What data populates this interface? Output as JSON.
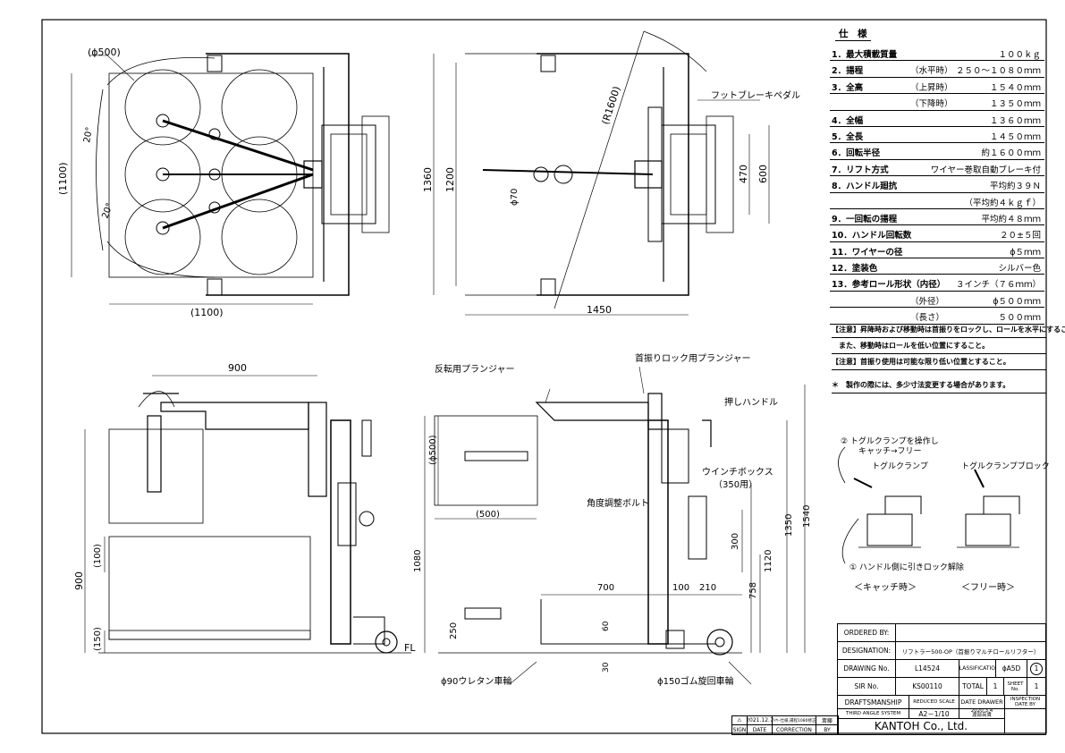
{
  "views": {
    "top_left": {
      "roll_dia": "(ϕ500)",
      "width": "(1100)",
      "height": "(1100)",
      "angle1": "20°",
      "angle2": "20°"
    },
    "top_right": {
      "radius": "(R1600)",
      "length": "1450",
      "height_outer": "1360",
      "height_inner": "1200",
      "dim470": "470",
      "dim600": "600",
      "shaft": "ϕ70",
      "foot_brake": "フットブレーキペダル"
    },
    "side_left": {
      "reach": "900",
      "height900": "900",
      "dim100": "(100)",
      "dim150": "(150)",
      "fl": "FL"
    },
    "side_right": {
      "flip_plunger": "反転用プランジャー",
      "swing_plunger": "首振りロック用プランジャー",
      "push_handle": "押しハンドル",
      "winch_box": "ウインチボックス",
      "winch_size": "（350用）",
      "angle_bolt": "角度調整ボルト",
      "roll_dia": "(ϕ500)",
      "roll_len": "(500)",
      "h1080": "1080",
      "h250": "250",
      "d700": "700",
      "d100": "100",
      "d210": "210",
      "d60": "60",
      "d30": "30",
      "d300": "300",
      "h1120": "1120",
      "h758": "758",
      "h1350": "1350",
      "h1540": "1540",
      "wheel_front": "ϕ90ウレタン車輪",
      "wheel_rear": "ϕ150ゴム旋回車輪"
    }
  },
  "spec": {
    "title": "仕　様",
    "rows": [
      {
        "n": "1．最大積載質量",
        "k": "",
        "v": "１００ｋｇ"
      },
      {
        "n": "2．揚程",
        "k": "（水平時）",
        "v": "２５０～１０８０ｍｍ"
      },
      {
        "n": "3．全高",
        "k": "（上昇時）",
        "v": "１５４０ｍｍ"
      },
      {
        "n": "",
        "k": "（下降時）",
        "v": "１３５０ｍｍ"
      },
      {
        "n": "4．全幅",
        "k": "",
        "v": "１３６０ｍｍ"
      },
      {
        "n": "5．全長",
        "k": "",
        "v": "１４５０ｍｍ"
      },
      {
        "n": "6．回転半径",
        "k": "",
        "v": "約１６００ｍｍ"
      },
      {
        "n": "7．リフト方式",
        "k": "",
        "v": "ワイヤー巻取自動ブレーキ付"
      },
      {
        "n": "8．ハンドル廻抗",
        "k": "",
        "v": "平均約３９Ｎ"
      },
      {
        "n": "",
        "k": "",
        "v": "（平均約４ｋｇｆ）"
      },
      {
        "n": "9．一回転の揚程",
        "k": "",
        "v": "平均約４８ｍｍ"
      },
      {
        "n": "10．ハンドル回転数",
        "k": "",
        "v": "２０±５回"
      },
      {
        "n": "11．ワイヤーの径",
        "k": "",
        "v": "ϕ５ｍｍ"
      },
      {
        "n": "12．塗装色",
        "k": "",
        "v": "シルバー色"
      },
      {
        "n": "13．参考ロール形状（内径）",
        "k": "",
        "v": "３インチ（７６ｍｍ）"
      },
      {
        "n": "",
        "k": "（外径）",
        "v": "ϕ５００ｍｍ"
      },
      {
        "n": "",
        "k": "（長さ）",
        "v": "５００ｍｍ"
      }
    ]
  },
  "notes": [
    "【注意】昇降時および移動時は首振りをロックし、ロールを水平にすること。",
    "　また、移動時はロールを低い位置にすること。",
    "【注意】首振り使用は可能な限り低い位置とすること。",
    "＊　製作の際には、多少寸法変更する場合があります。"
  ],
  "clamp": {
    "step2": "② トグルクランプを操作し",
    "step2b": "キャッチ→フリー",
    "clamp": "トグルクランプ",
    "clamp_block": "トグルクランプブロック",
    "step1": "① ハンドル側に引きロック解除",
    "catch": "＜キャッチ時＞",
    "free": "＜フリー時＞"
  },
  "title_block": {
    "ordered_by_label": "ORDERED BY:",
    "designation_label": "DESIGNATION:",
    "designation": "リフトラー500-OP（首振りマルチロールリフター）",
    "drawing_no_label": "DRAWING No.",
    "drawing_no": "L14524",
    "classification_label": "CLASSIFICATION",
    "classification": "ϕA5D",
    "sheet_circle": "1",
    "sir_no_label": "SIR No.",
    "sir_no": "KS00110",
    "total_label": "TOTAL",
    "total": "1",
    "sheet_no_label": "SHEET No.",
    "sheet_no": "1",
    "draftsmanship": "DRAFTSMANSHIP",
    "reduced_scale": "REDUCED SCALE",
    "date_drawer": "DATE DRAWER",
    "inspection": "INSPECTION DATE BY",
    "system": "THIRD ANGLE SYSTEM",
    "scale": "A2－1/10",
    "date": "2020.3.4",
    "drawer": "渡部亮貴",
    "company": "KANTOH Co., Ltd."
  },
  "revision": {
    "sign": "⚠",
    "date": "2021.12.7",
    "correction": "ﾜｲﾔｰ仕様,揚程1080修正",
    "by": "斎藤",
    "h_sign": "SIGN",
    "h_date": "DATE",
    "h_correction": "CORRECTION",
    "h_by": "BY"
  }
}
